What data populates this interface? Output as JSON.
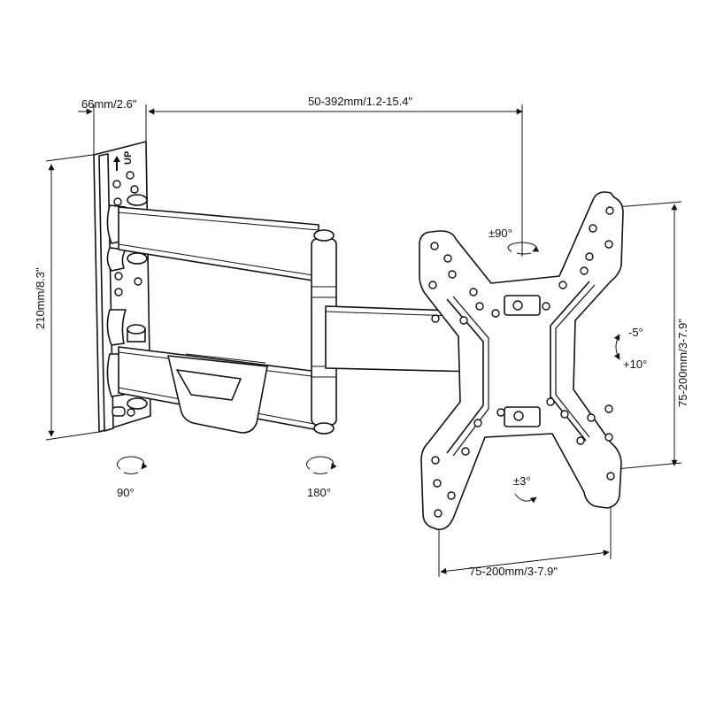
{
  "dimensions": {
    "wall_plate_depth": "66mm/2.6\"",
    "arm_extension": "50-392mm/1.2-15.4\"",
    "wall_plate_height": "210mm/8.3\"",
    "vesa_vertical": "75-200mm/3-7.9\"",
    "vesa_horizontal": "75-200mm/3-7.9\""
  },
  "angles": {
    "swivel_vertical": "±90°",
    "tilt_up": "-5°",
    "tilt_down": "+10°",
    "rotation": "±3°",
    "wall_pivot": "90°",
    "arm_pivot": "180°"
  },
  "wall_plate_label": "UP"
}
